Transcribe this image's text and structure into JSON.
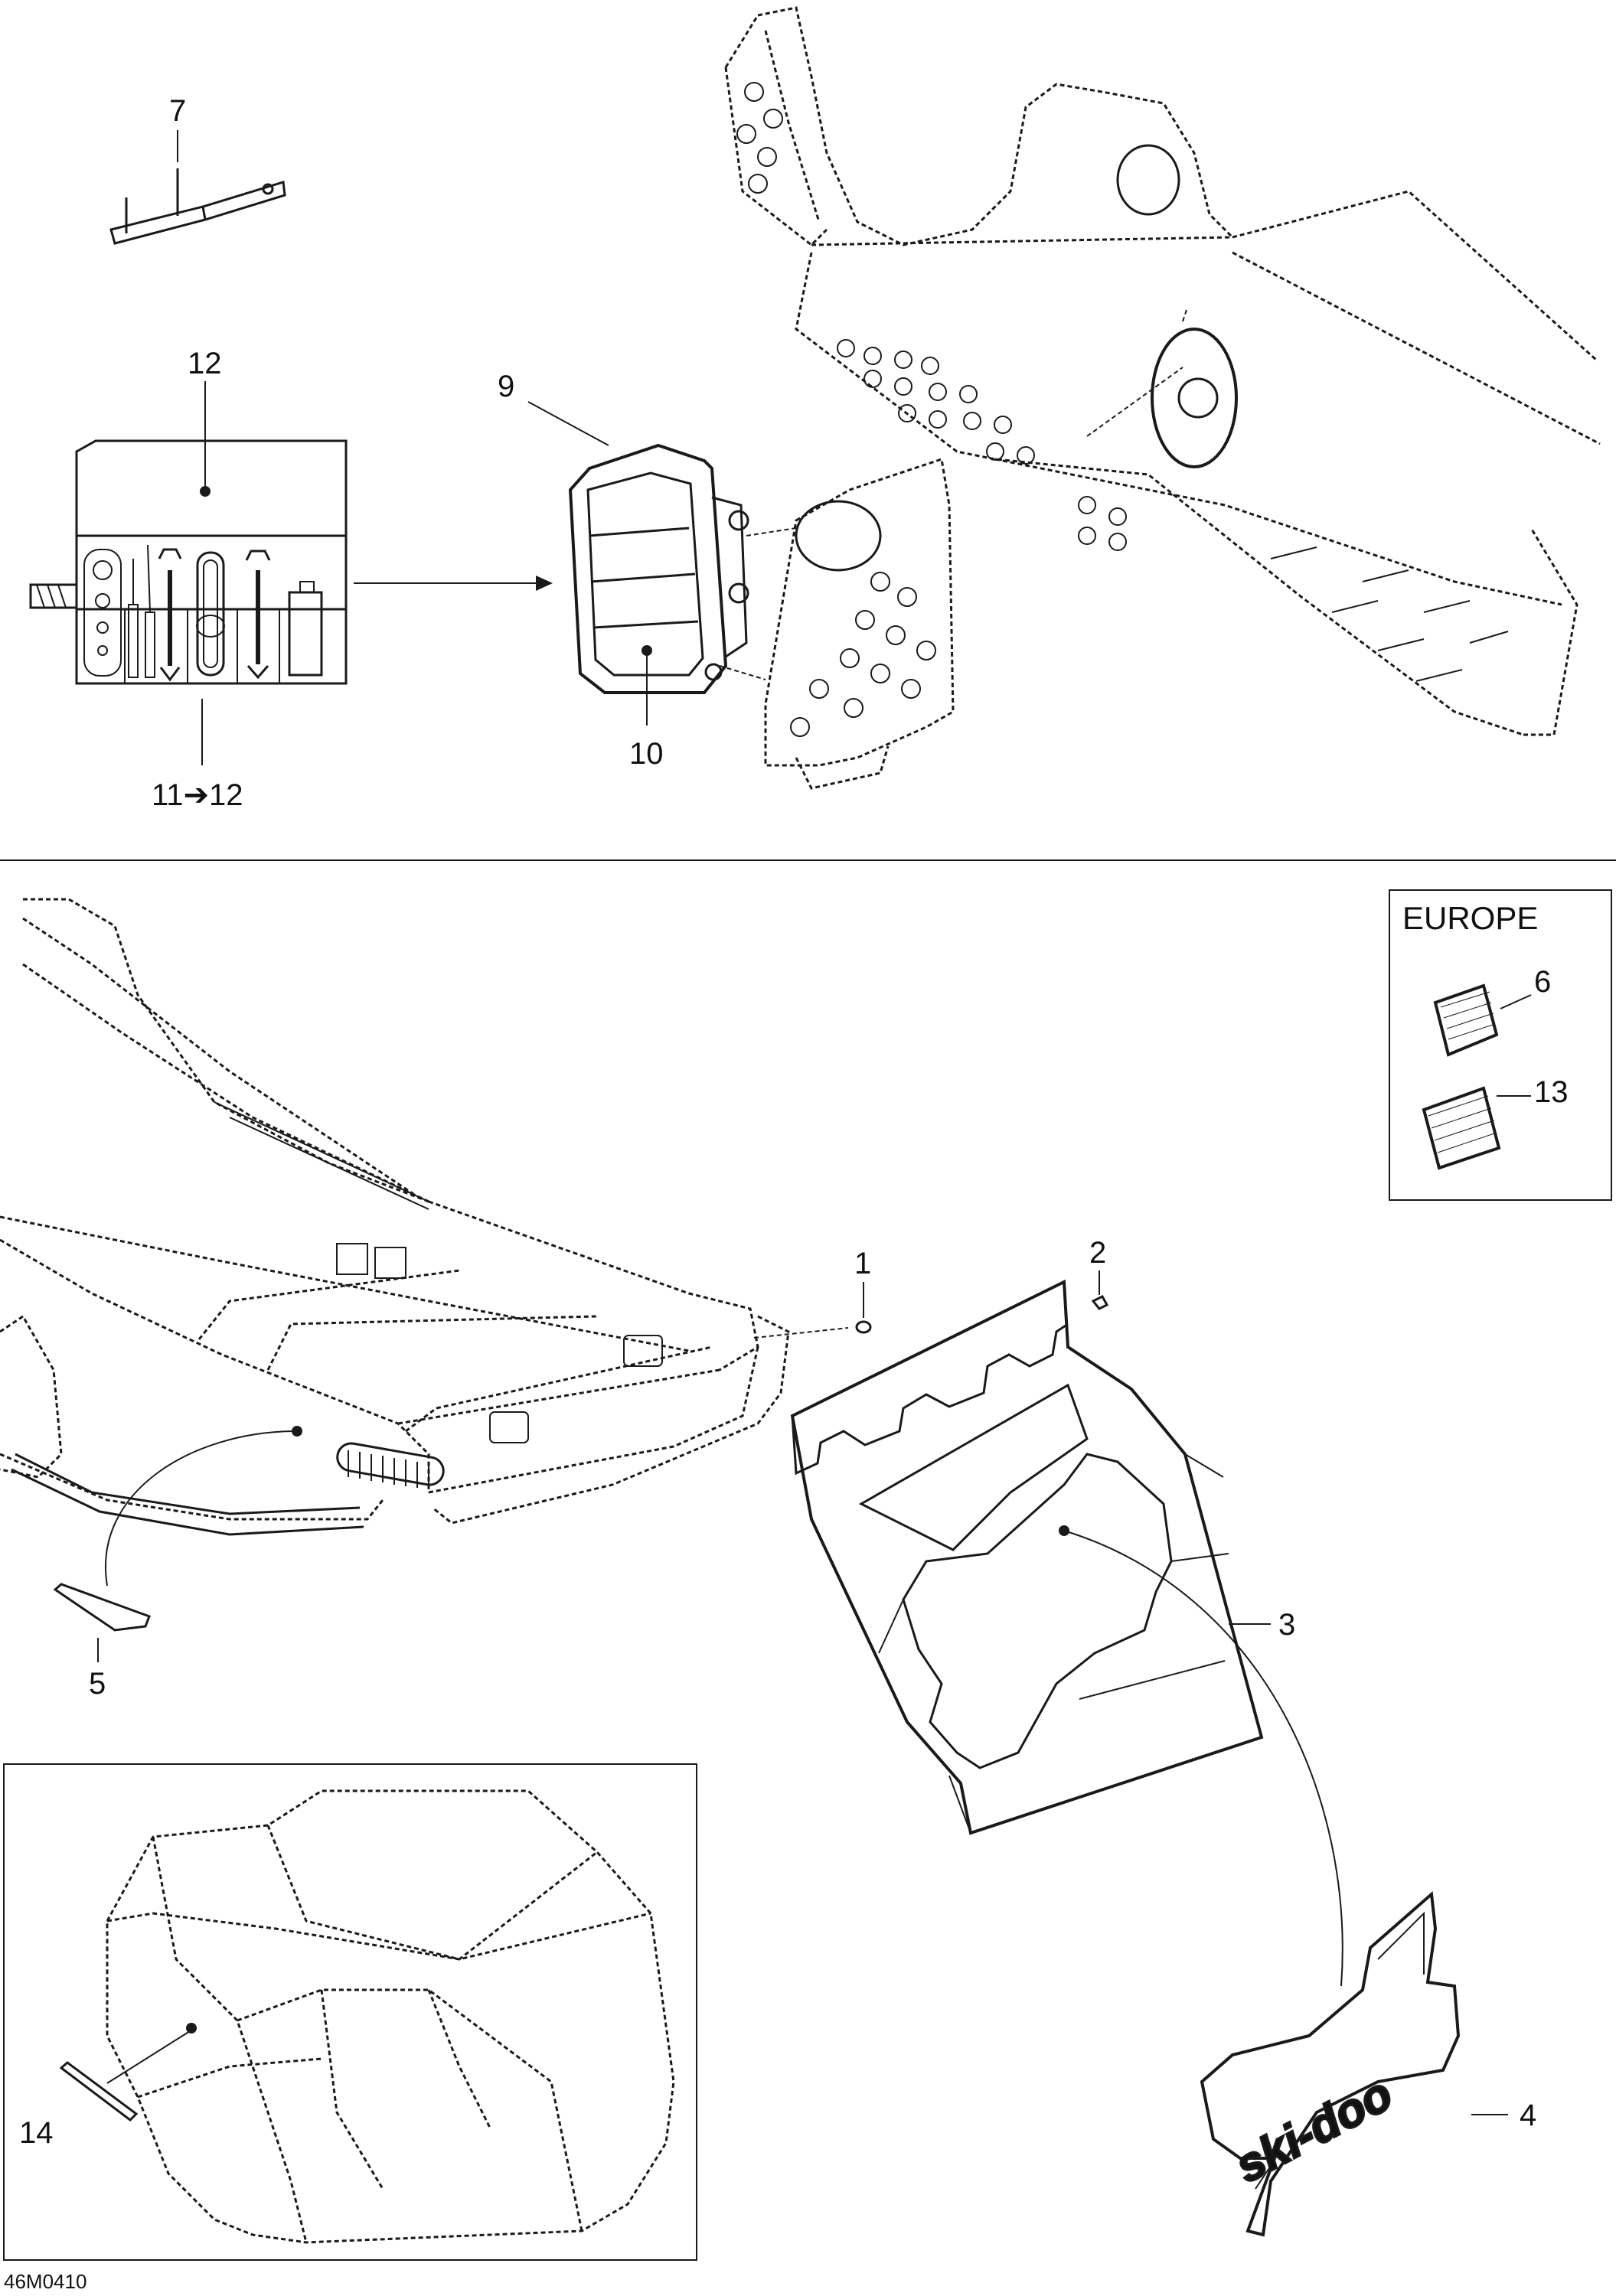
{
  "callouts": {
    "c1": "1",
    "c2": "2",
    "c3": "3",
    "c4": "4",
    "c5": "5",
    "c6": "6",
    "c7": "7",
    "c9": "9",
    "c10": "10",
    "c11_12": "11➔12",
    "c12": "12",
    "c13": "13",
    "c14": "14"
  },
  "region_label": "EUROPE",
  "logo_text": "ski-doo",
  "drawing_code": "46M0410",
  "colors": {
    "ink": "#1a1a1a",
    "background": "#ffffff"
  }
}
